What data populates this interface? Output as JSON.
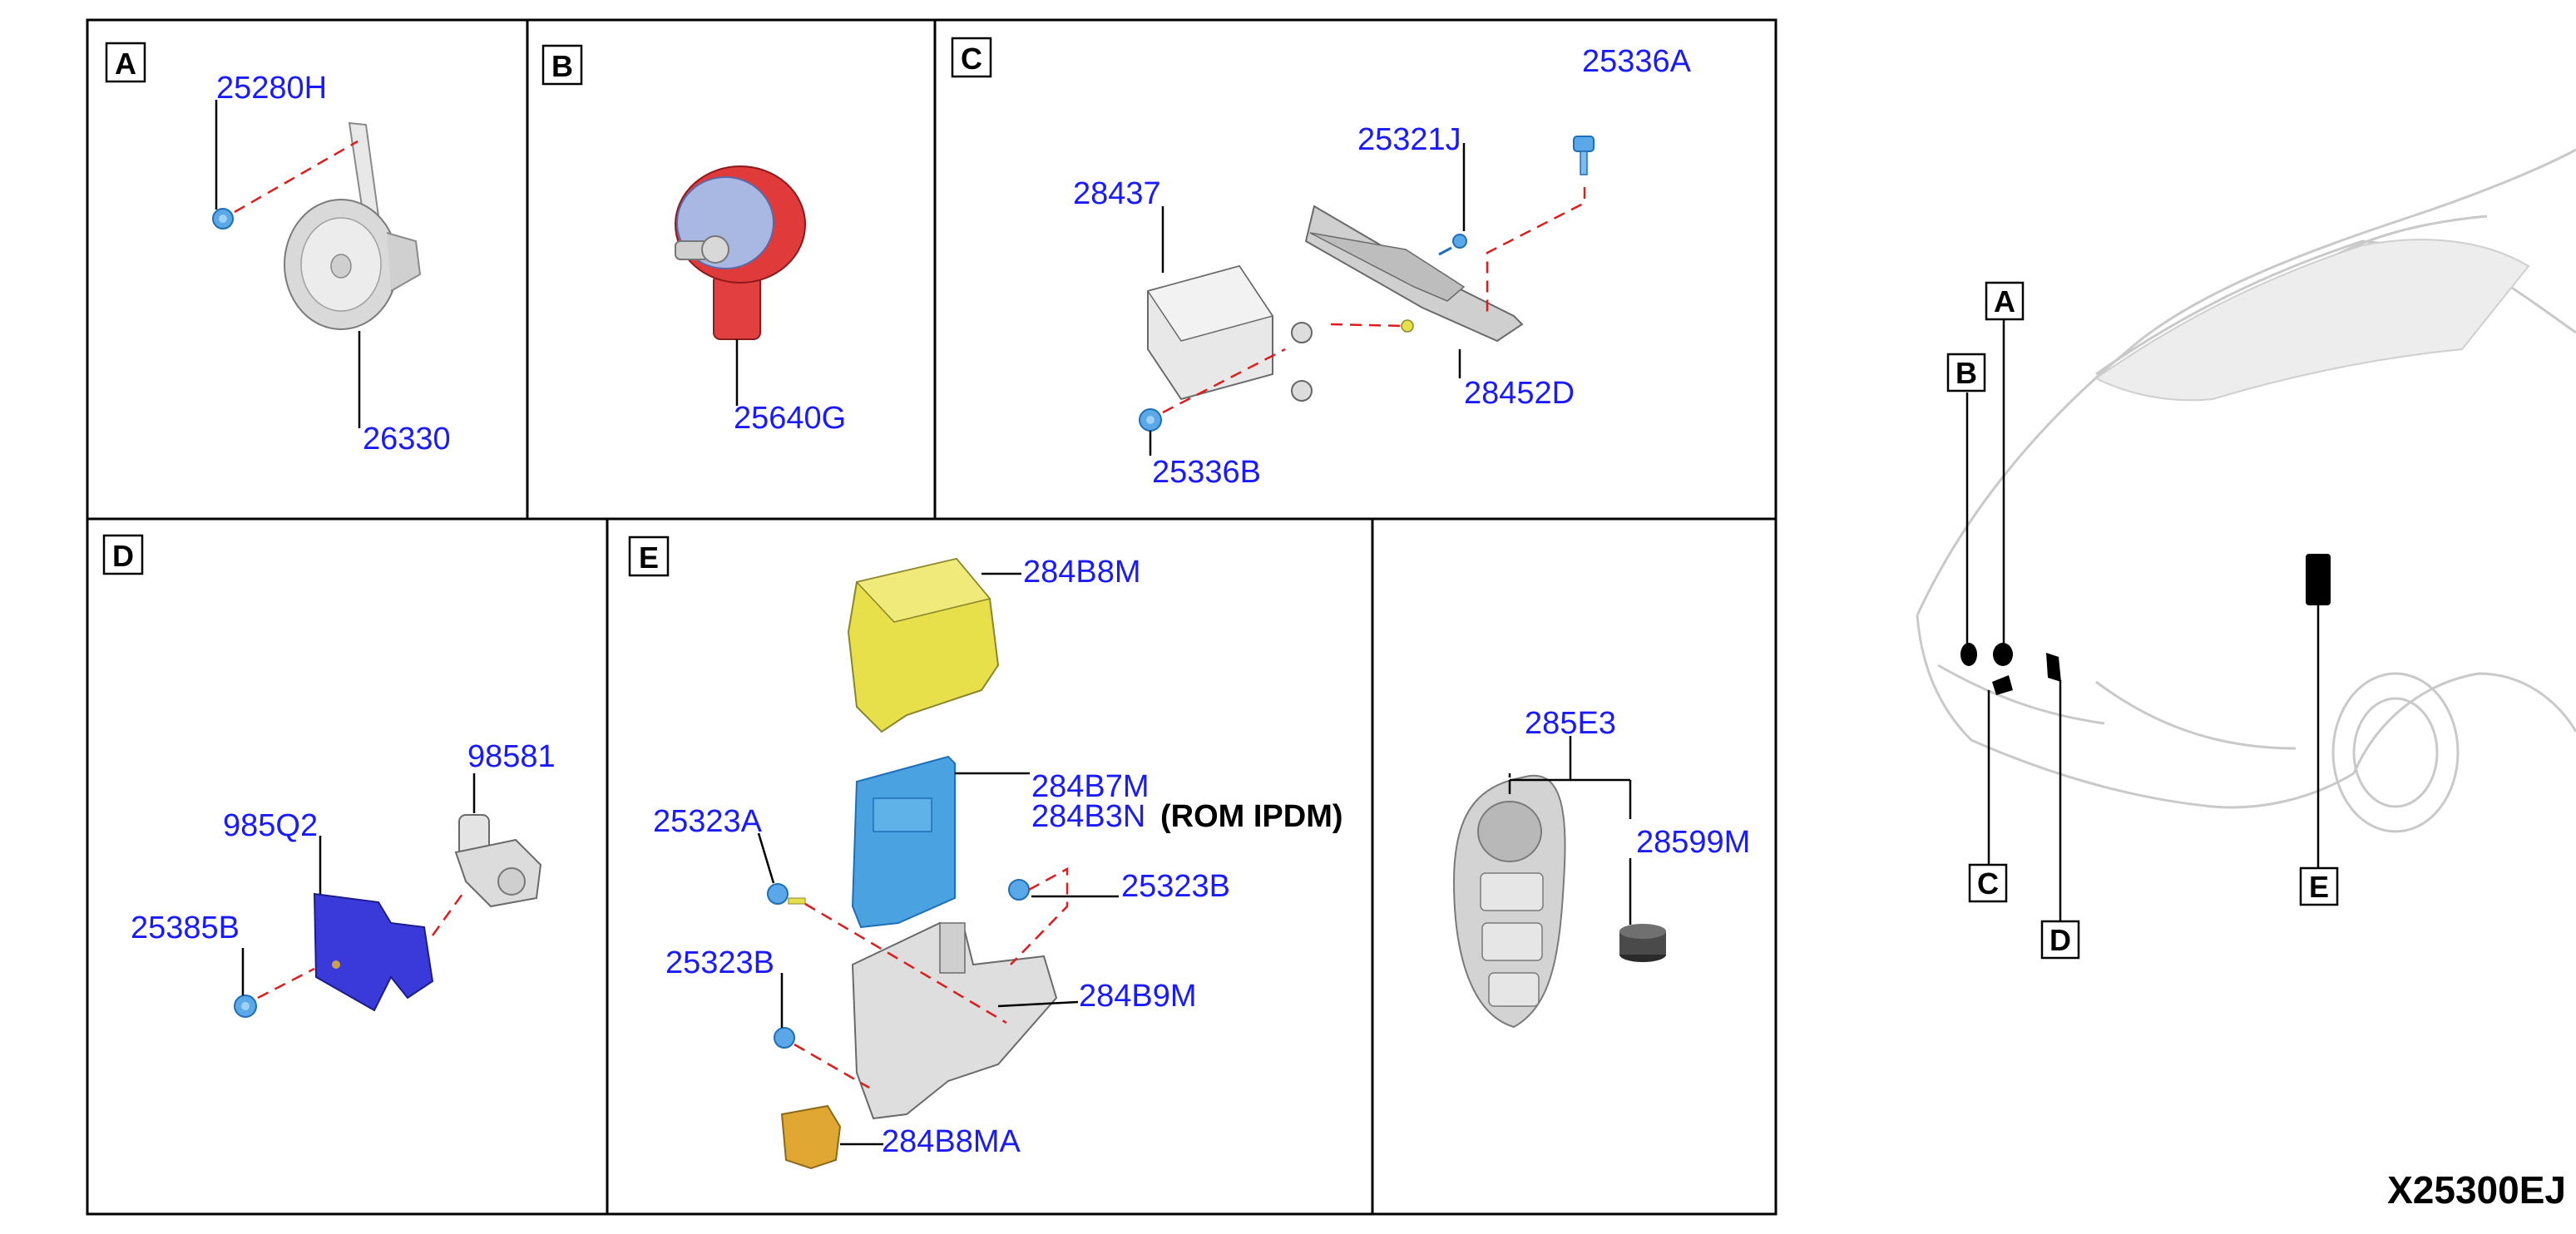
{
  "sections": [
    {
      "letter": "A",
      "parts": [
        "25280H",
        "26330"
      ]
    },
    {
      "letter": "B",
      "parts": [
        "25640G"
      ]
    },
    {
      "letter": "C",
      "parts": [
        "25336A",
        "25321J",
        "28437",
        "28452D",
        "25336B"
      ]
    },
    {
      "letter": "D",
      "parts": [
        "98581",
        "985Q2",
        "25385B"
      ]
    },
    {
      "letter": "E",
      "parts": [
        "284B8M",
        "284B7M",
        "284B3N",
        "25323A",
        "25323B",
        "25323B",
        "284B9M",
        "284B8MA"
      ]
    },
    {
      "letter": "",
      "parts": [
        "285E3",
        "28599M"
      ]
    }
  ],
  "notes": {
    "rom_ipdm": "(ROM IPDM)"
  },
  "locator_labels": [
    "A",
    "B",
    "C",
    "D",
    "E"
  ],
  "diagram_code": "X25300EJ",
  "colors": {
    "part_number": "#1a1aff",
    "leader_dash": "#e01b1b",
    "ipdm_cover": "#e7e04a",
    "ipdm_module": "#4aa3e0",
    "bracket_blue": "#3a3adb",
    "horn_red": "#d93030"
  }
}
